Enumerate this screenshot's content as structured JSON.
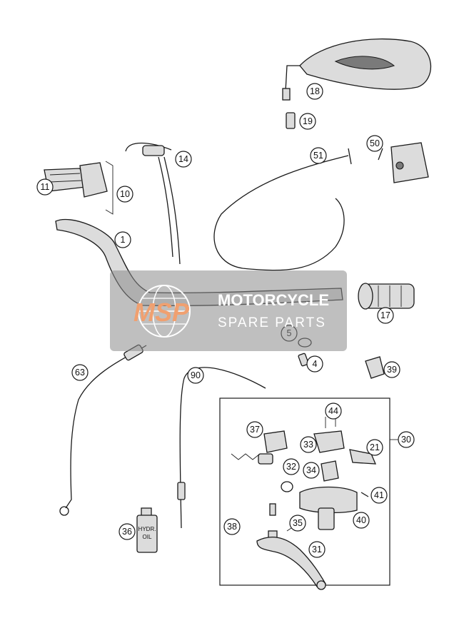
{
  "diagram": {
    "part_numbers": [
      "1",
      "4",
      "5",
      "10",
      "11",
      "14",
      "17",
      "18",
      "19",
      "21",
      "30",
      "31",
      "32",
      "33",
      "34",
      "35",
      "36",
      "37",
      "38",
      "39",
      "40",
      "41",
      "44",
      "50",
      "51",
      "63",
      "90"
    ],
    "oil_bottle_label_line1": "HYDR.",
    "oil_bottle_label_line2": "OIL"
  },
  "watermark": {
    "logo_text": "MSP",
    "line1": "MOTORCYCLE",
    "line2": "SPARE PARTS",
    "logo_color": "#f0a070",
    "overlay_color": "#8a8a8a"
  }
}
